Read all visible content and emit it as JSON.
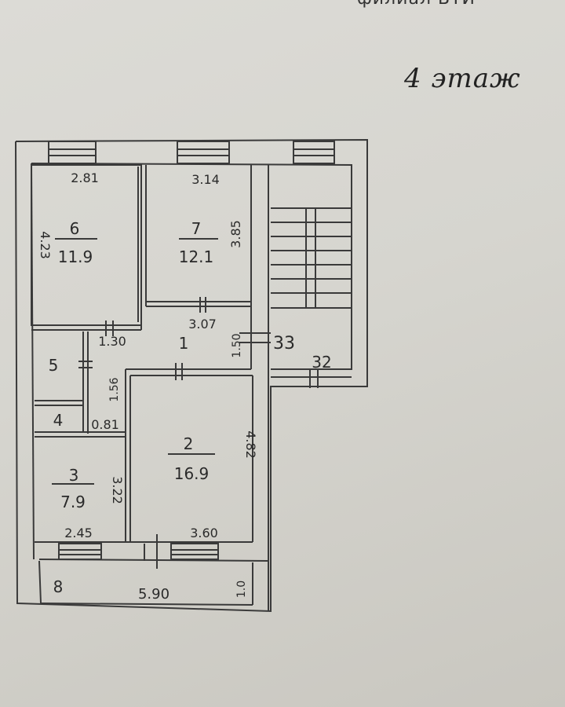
{
  "header": {
    "top_cut_text": "филиал БТИ",
    "floor_label": "4 этаж"
  },
  "rooms": [
    {
      "id": "6",
      "number": "6",
      "area": "11.9"
    },
    {
      "id": "7",
      "number": "7",
      "area": "12.1"
    },
    {
      "id": "1",
      "number": "1",
      "area": ""
    },
    {
      "id": "5",
      "number": "5",
      "area": ""
    },
    {
      "id": "4",
      "number": "4",
      "area": ""
    },
    {
      "id": "2",
      "number": "2",
      "area": "16.9"
    },
    {
      "id": "3",
      "number": "3",
      "area": "7.9"
    },
    {
      "id": "8",
      "number": "8",
      "area": ""
    }
  ],
  "dimensions": {
    "room6_width": "2.81",
    "room6_height": "4.23",
    "room7_width": "3.14",
    "room7_height": "3.85",
    "hall_width": "3.07",
    "hall_height": "1.50",
    "door_1_30": "1.30",
    "room5_height": "1.56",
    "room4_width": "0.81",
    "room2_height": "4.82",
    "room2_width": "3.60",
    "room3_height": "3.22",
    "room3_width": "2.45",
    "balcony_width": "5.90",
    "balcony_depth": "1.0",
    "stair_label_33": "33",
    "stair_label_32": "32"
  }
}
